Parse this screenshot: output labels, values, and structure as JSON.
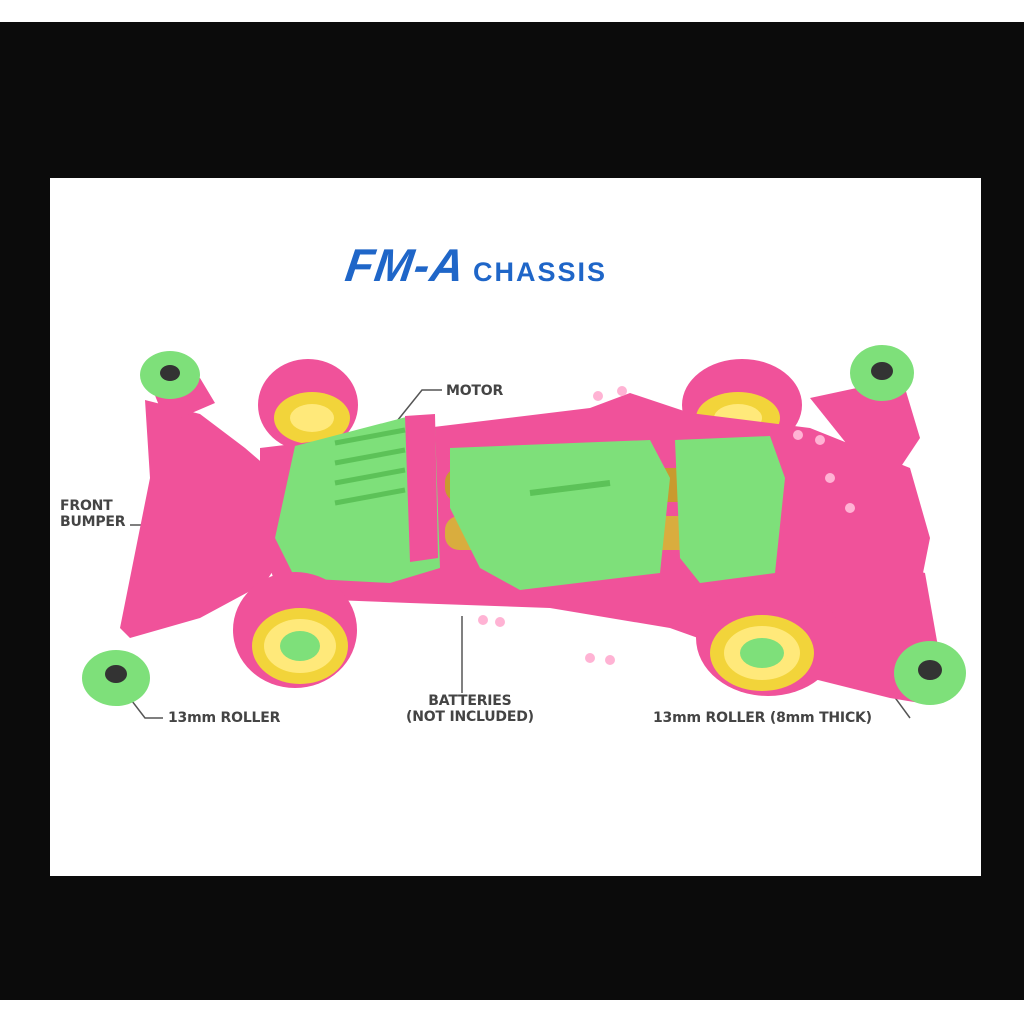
{
  "title": {
    "main": "FM-A",
    "sub": "CHASSIS"
  },
  "labels": {
    "motor": "MOTOR",
    "front_bumper_line1": "FRONT",
    "front_bumper_line2": "BUMPER",
    "roller_left": "13mm ROLLER",
    "batteries_line1": "BATTERIES",
    "batteries_line2": "(NOT INCLUDED)",
    "roller_right": "13mm ROLLER (8mm THICK)"
  },
  "colors": {
    "frame": "#0b0b0b",
    "title_blue": "#1f66c8",
    "chassis_pink": "#f0529a",
    "parts_green": "#7ee07a",
    "wheel_yellow": "#f2d43a",
    "battery_gold": "#c99a2e"
  }
}
